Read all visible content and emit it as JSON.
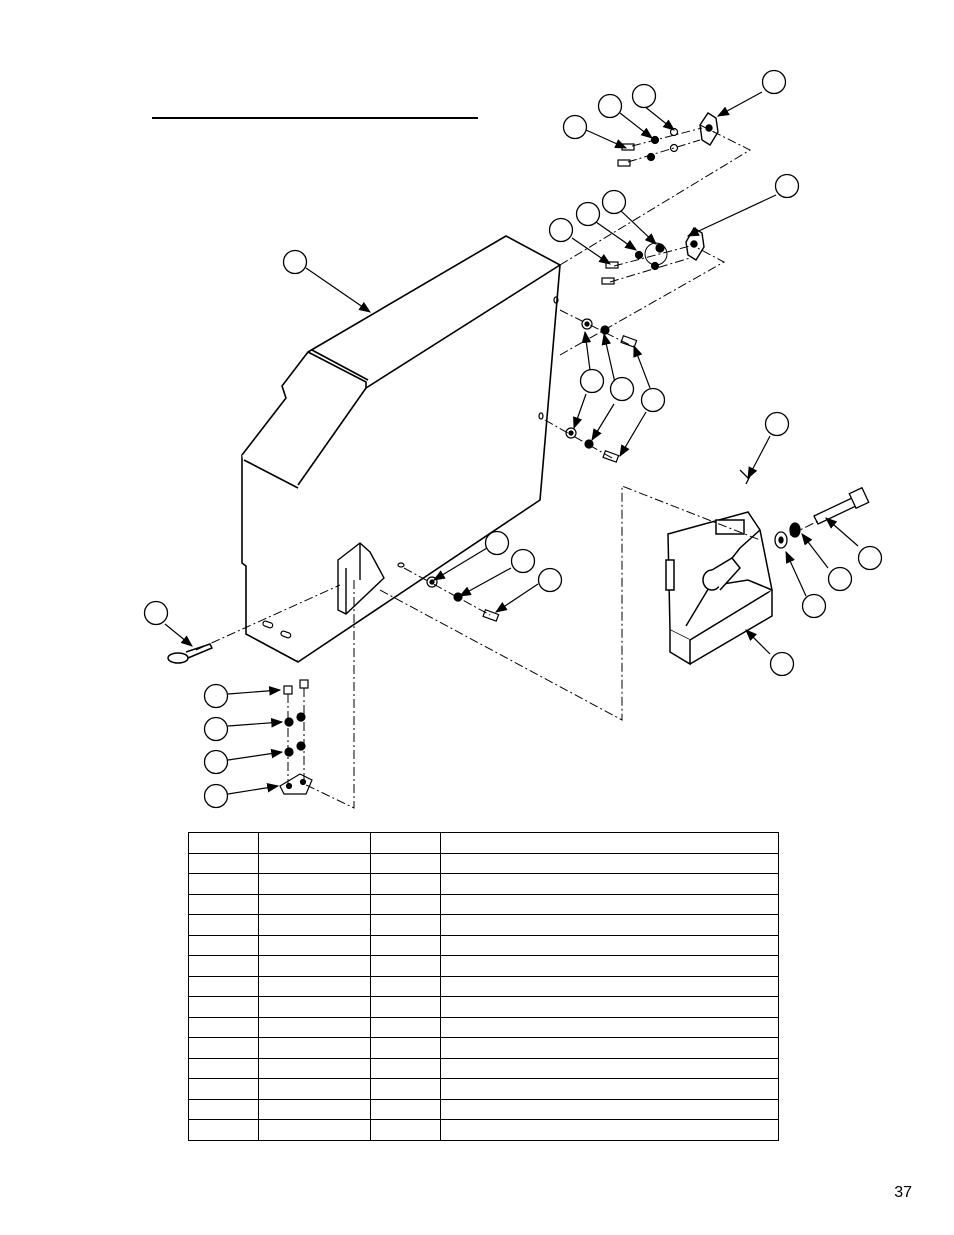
{
  "document": {
    "page_number": "37",
    "parts_table": {
      "rows": 15,
      "columns": 4
    }
  }
}
